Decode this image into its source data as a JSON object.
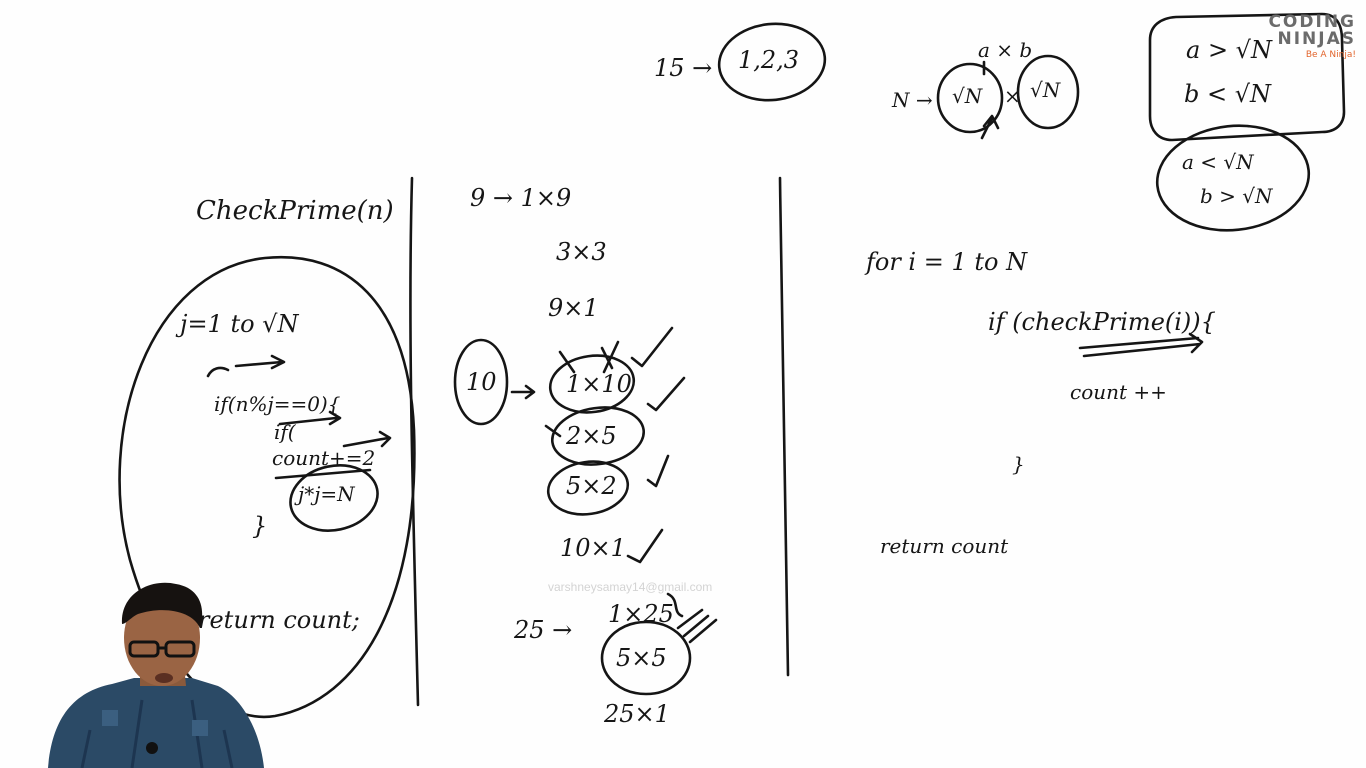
{
  "logo": {
    "brand_top": "CODING",
    "brand_bottom": "NINJAS",
    "tagline": "Be A Ninja!"
  },
  "watermark": "varshneysamay14@gmail.com",
  "column1": {
    "title": "CheckPrime(n)",
    "loop": "j=1 to √N",
    "cond": "if(n%j==0){",
    "cond2": "if(",
    "count": "count+=2",
    "jj": "j*j=N",
    "close": "}",
    "ret": "return count;"
  },
  "column2": {
    "r1": "9 → 1×9",
    "r2": "3×3",
    "r3": "9×1",
    "ten": "10",
    "f1": "1×10",
    "f2": "2×5",
    "f3": "5×2",
    "f4": "10×1",
    "tf": "25 →",
    "tf1": "1×25",
    "tf2": "5×5",
    "tf3": "25×1"
  },
  "column3": {
    "top": "15 →",
    "set": "1,2,3",
    "ab": "a × b",
    "n": "N →",
    "sq1": "√N",
    "times": "×",
    "sq2": "√N",
    "box1": "a > √N",
    "box2": "b < √N",
    "ell1": "a < √N",
    "ell2": "b > √N",
    "loop": "for i = 1 to N",
    "ifline": "if (checkPrime(i)){",
    "count": "count ++",
    "close": "}",
    "ret": "return count"
  }
}
